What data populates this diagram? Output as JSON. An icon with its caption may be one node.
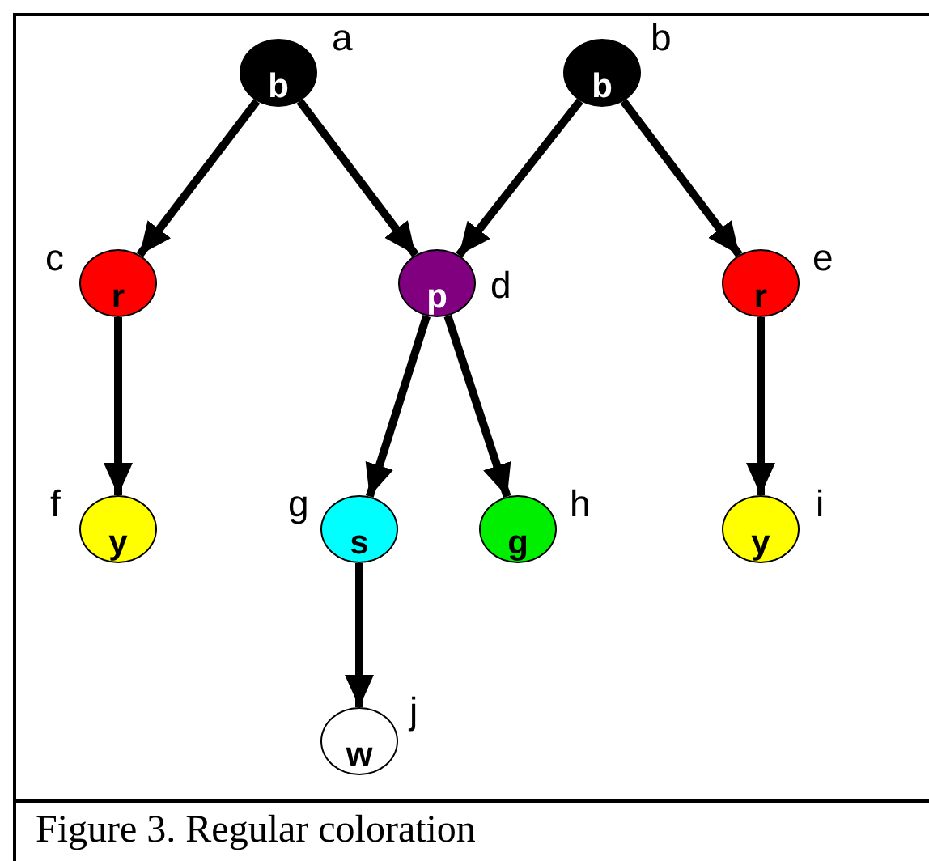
{
  "diagram": {
    "caption": "Figure 3. Regular coloration",
    "nodes": [
      {
        "text": [
          "b"
        ],
        "beside": [
          "a"
        ]
      },
      {
        "text": [
          "b"
        ],
        "beside": [
          "b"
        ]
      },
      {
        "text": [
          "r"
        ],
        "beside": [
          "c"
        ]
      },
      {
        "text": [
          "p"
        ],
        "beside": [
          "d"
        ]
      },
      {
        "text": [
          "r"
        ],
        "beside": [
          "e"
        ]
      },
      {
        "text": [
          "y"
        ],
        "beside": [
          "f"
        ]
      },
      {
        "text": [
          "s"
        ],
        "beside": [
          "g"
        ]
      },
      {
        "text": [
          "g"
        ],
        "beside": [
          "h"
        ]
      },
      {
        "text": [
          "y"
        ],
        "beside": [
          "i"
        ]
      },
      {
        "text": [
          "w"
        ],
        "beside": [
          "j"
        ]
      }
    ],
    "edges": [
      {
        "from": 0,
        "to": 2,
        "arrow": "to"
      },
      {
        "from": 0,
        "to": 3,
        "arrow": "to"
      },
      {
        "from": 1,
        "to": 3,
        "arrow": "to"
      },
      {
        "from": 1,
        "to": 4,
        "arrow": "to"
      },
      {
        "from": 2,
        "to": 5,
        "arrow": "to"
      },
      {
        "from": 3,
        "to": 6,
        "arrow": "to"
      },
      {
        "from": 3,
        "to": 7,
        "arrow": "to"
      },
      {
        "from": 4,
        "to": 8,
        "arrow": "to"
      },
      {
        "from": 6,
        "to": 9,
        "arrow": "to"
      }
    ]
  }
}
